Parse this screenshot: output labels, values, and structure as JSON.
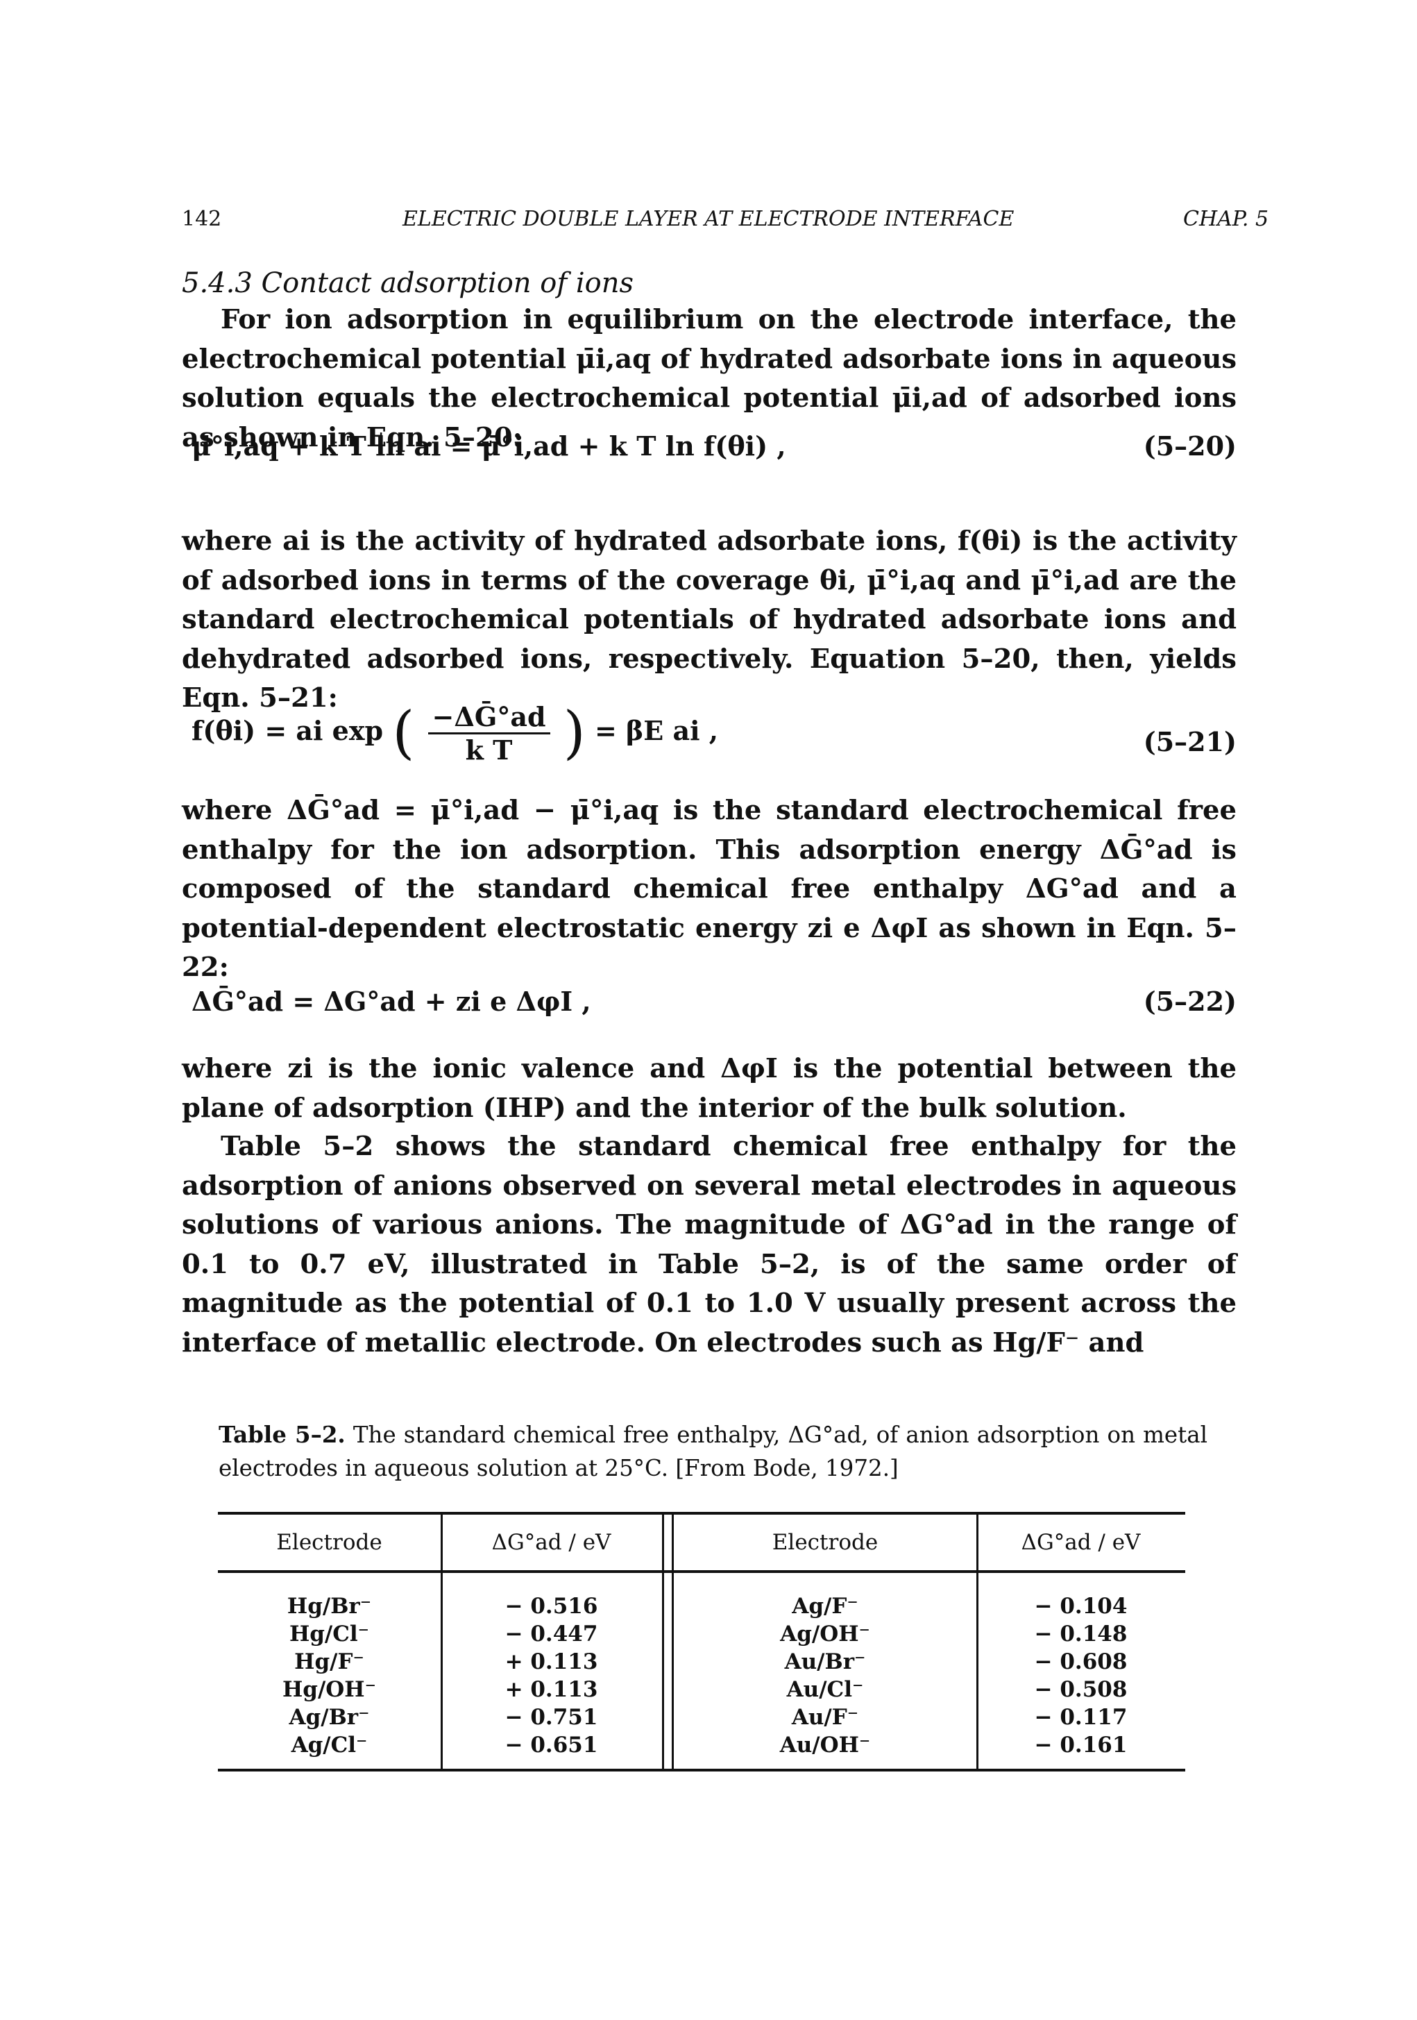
{
  "header": {
    "page_number": "142",
    "running_title": "ELECTRIC DOUBLE LAYER AT ELECTRODE INTERFACE",
    "chapter": "CHAP. 5"
  },
  "section": {
    "title": "5.4.3 Contact adsorption of ions"
  },
  "paragraphs": {
    "p1": "For ion adsorption in equilibrium on the electrode interface, the electrochemical potential μ̄i,aq of hydrated adsorbate ions in aqueous solution equals the electrochemical potential μ̄i,ad of adsorbed ions as shown in Eqn. 5–20:",
    "p2": "where ai is the activity of hydrated adsorbate ions, f(θi) is the activity of adsorbed ions in terms of the coverage θi, μ̄°i,aq and μ̄°i,ad are the standard electrochemical potentials of hydrated adsorbate ions and dehydrated adsorbed ions, respectively. Equation 5–20, then, yields Eqn. 5–21:",
    "p3": "where ΔḠ°ad = μ̄°i,ad − μ̄°i,aq is the standard electrochemical free enthalpy for the ion adsorption. This adsorption energy ΔḠ°ad is composed of the standard chemical free enthalpy ΔG°ad and a potential-dependent electrostatic energy zi e ΔφI as shown in Eqn. 5–22:",
    "p4": "where zi is the ionic valence and ΔφI is the potential between the plane of adsorption (IHP) and the interior of the bulk solution.",
    "p5": "Table 5–2 shows the standard chemical free enthalpy for the adsorption of anions observed on several metal electrodes in aqueous solutions of various anions. The magnitude of ΔG°ad in the range of 0.1 to 0.7 eV, illustrated in Table 5–2, is of the same order of magnitude as the potential of 0.1 to 1.0 V usually present across the interface of metallic electrode. On electrodes such as Hg/F⁻ and"
  },
  "equations": {
    "e20": {
      "number": "(5–20)",
      "lhs": "μ̄°i,aq + k T ln ai = μ̄°i,ad + k T ln f(θi) ,"
    },
    "e21": {
      "number": "(5–21)",
      "lhs": "f(θi) = ai exp",
      "frac_num": "−ΔḠ°ad",
      "frac_den": "k T",
      "rhs": "= βE ai ,"
    },
    "e22": {
      "number": "(5–22)",
      "lhs": "ΔḠ°ad = ΔG°ad + zi e ΔφI ,"
    }
  },
  "table": {
    "caption_label": "Table 5–2.",
    "caption_text": "The standard chemical free enthalpy, ΔG°ad, of anion adsorption on metal electrodes in aqueous solution at 25°C. [From Bode, 1972.]",
    "headers": [
      "Electrode",
      "ΔG°ad / eV",
      "Electrode",
      "ΔG°ad / eV"
    ],
    "left_electrodes": "Hg/Br⁻\nHg/Cl⁻\nHg/F⁻\nHg/OH⁻\nAg/Br⁻\nAg/Cl⁻",
    "left_values": "− 0.516\n− 0.447\n+ 0.113\n+ 0.113\n− 0.751\n− 0.651",
    "right_electrodes": "Ag/F⁻\nAg/OH⁻\nAu/Br⁻\nAu/Cl⁻\nAu/F⁻\nAu/OH⁻",
    "right_values": "− 0.104\n− 0.148\n− 0.608\n− 0.508\n− 0.117\n− 0.161"
  }
}
